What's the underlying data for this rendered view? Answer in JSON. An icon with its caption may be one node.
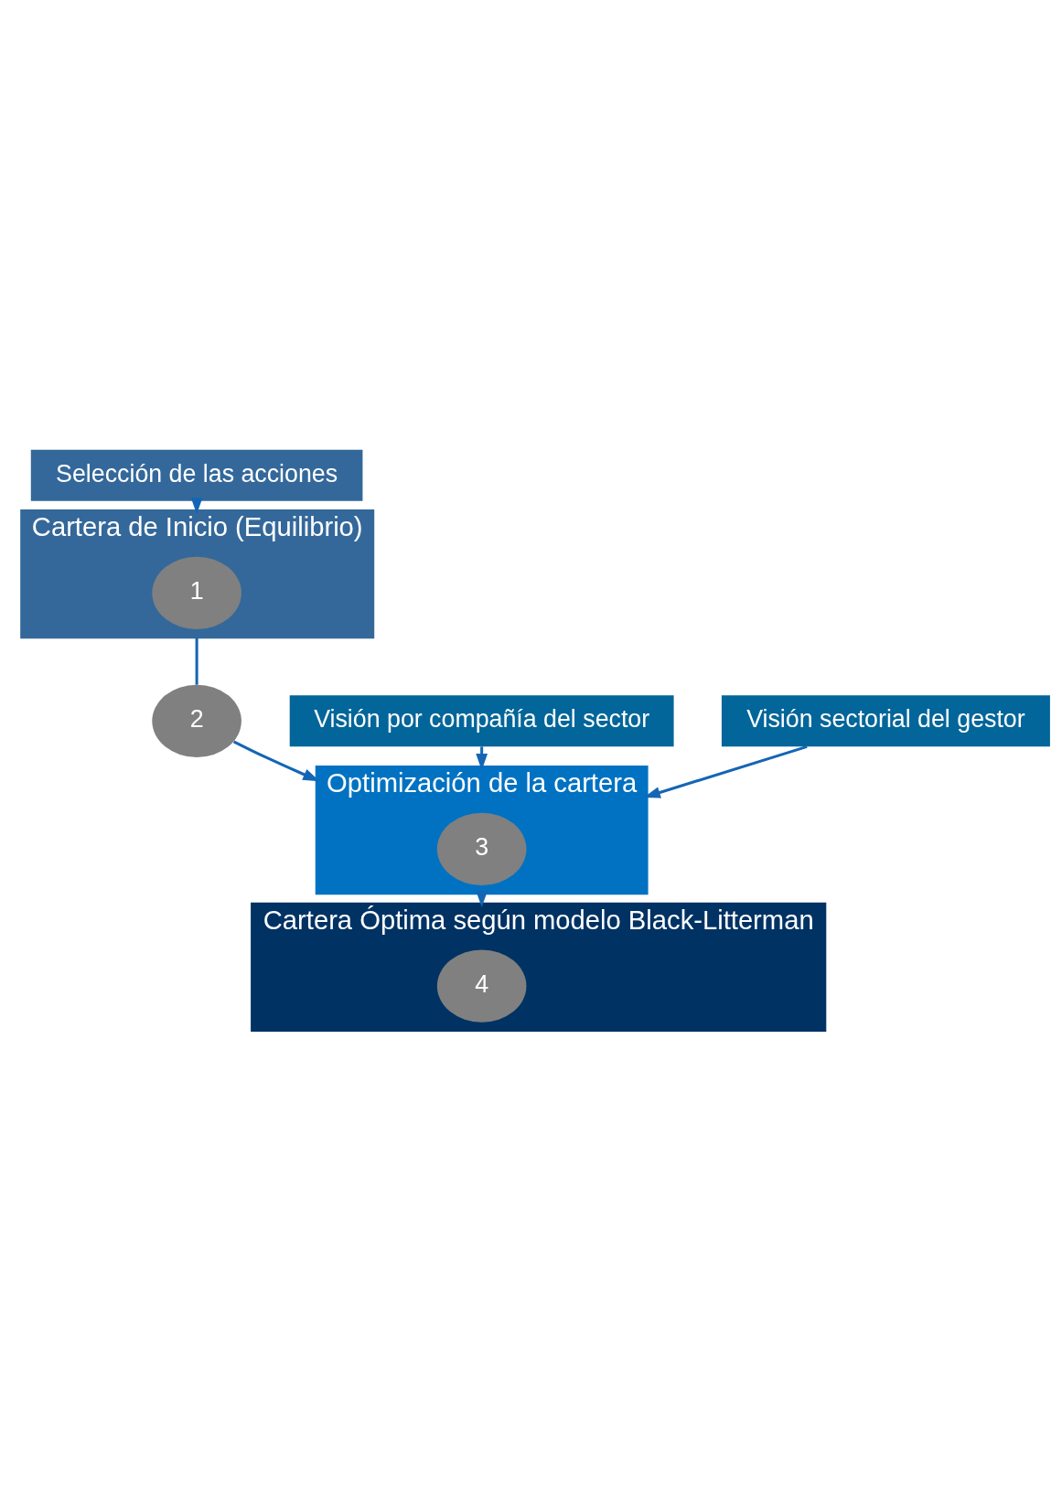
{
  "diagram": {
    "nodes": [
      {
        "text": [
          "Selección de las acciones"
        ]
      },
      {
        "text": [
          "Cartera de Inicio (Equilibrio)"
        ]
      },
      {
        "text": [
          "1"
        ],
        "in": 1
      },
      {
        "text": [
          "Visión por compañía del sector"
        ]
      },
      {
        "text": [
          "2"
        ]
      },
      {
        "text": [
          "Visión sectorial del gestor"
        ]
      },
      {
        "text": [
          "Optimización de la cartera"
        ]
      },
      {
        "text": [
          "3"
        ],
        "in": 6
      },
      {
        "text": [
          "Cartera Óptima según modelo Black-Litterman"
        ]
      },
      {
        "text": [
          "4"
        ],
        "in": 8
      }
    ],
    "edges": [
      {
        "from": 0,
        "to": 1,
        "arrow": "to"
      },
      {
        "from": 1,
        "to": 4,
        "arrow": "none"
      },
      {
        "from": 4,
        "to": 6,
        "arrow": "to"
      },
      {
        "from": 3,
        "to": 6,
        "arrow": "to"
      },
      {
        "from": 5,
        "to": 6,
        "arrow": "to"
      },
      {
        "from": 6,
        "to": 8,
        "arrow": "to"
      }
    ]
  }
}
